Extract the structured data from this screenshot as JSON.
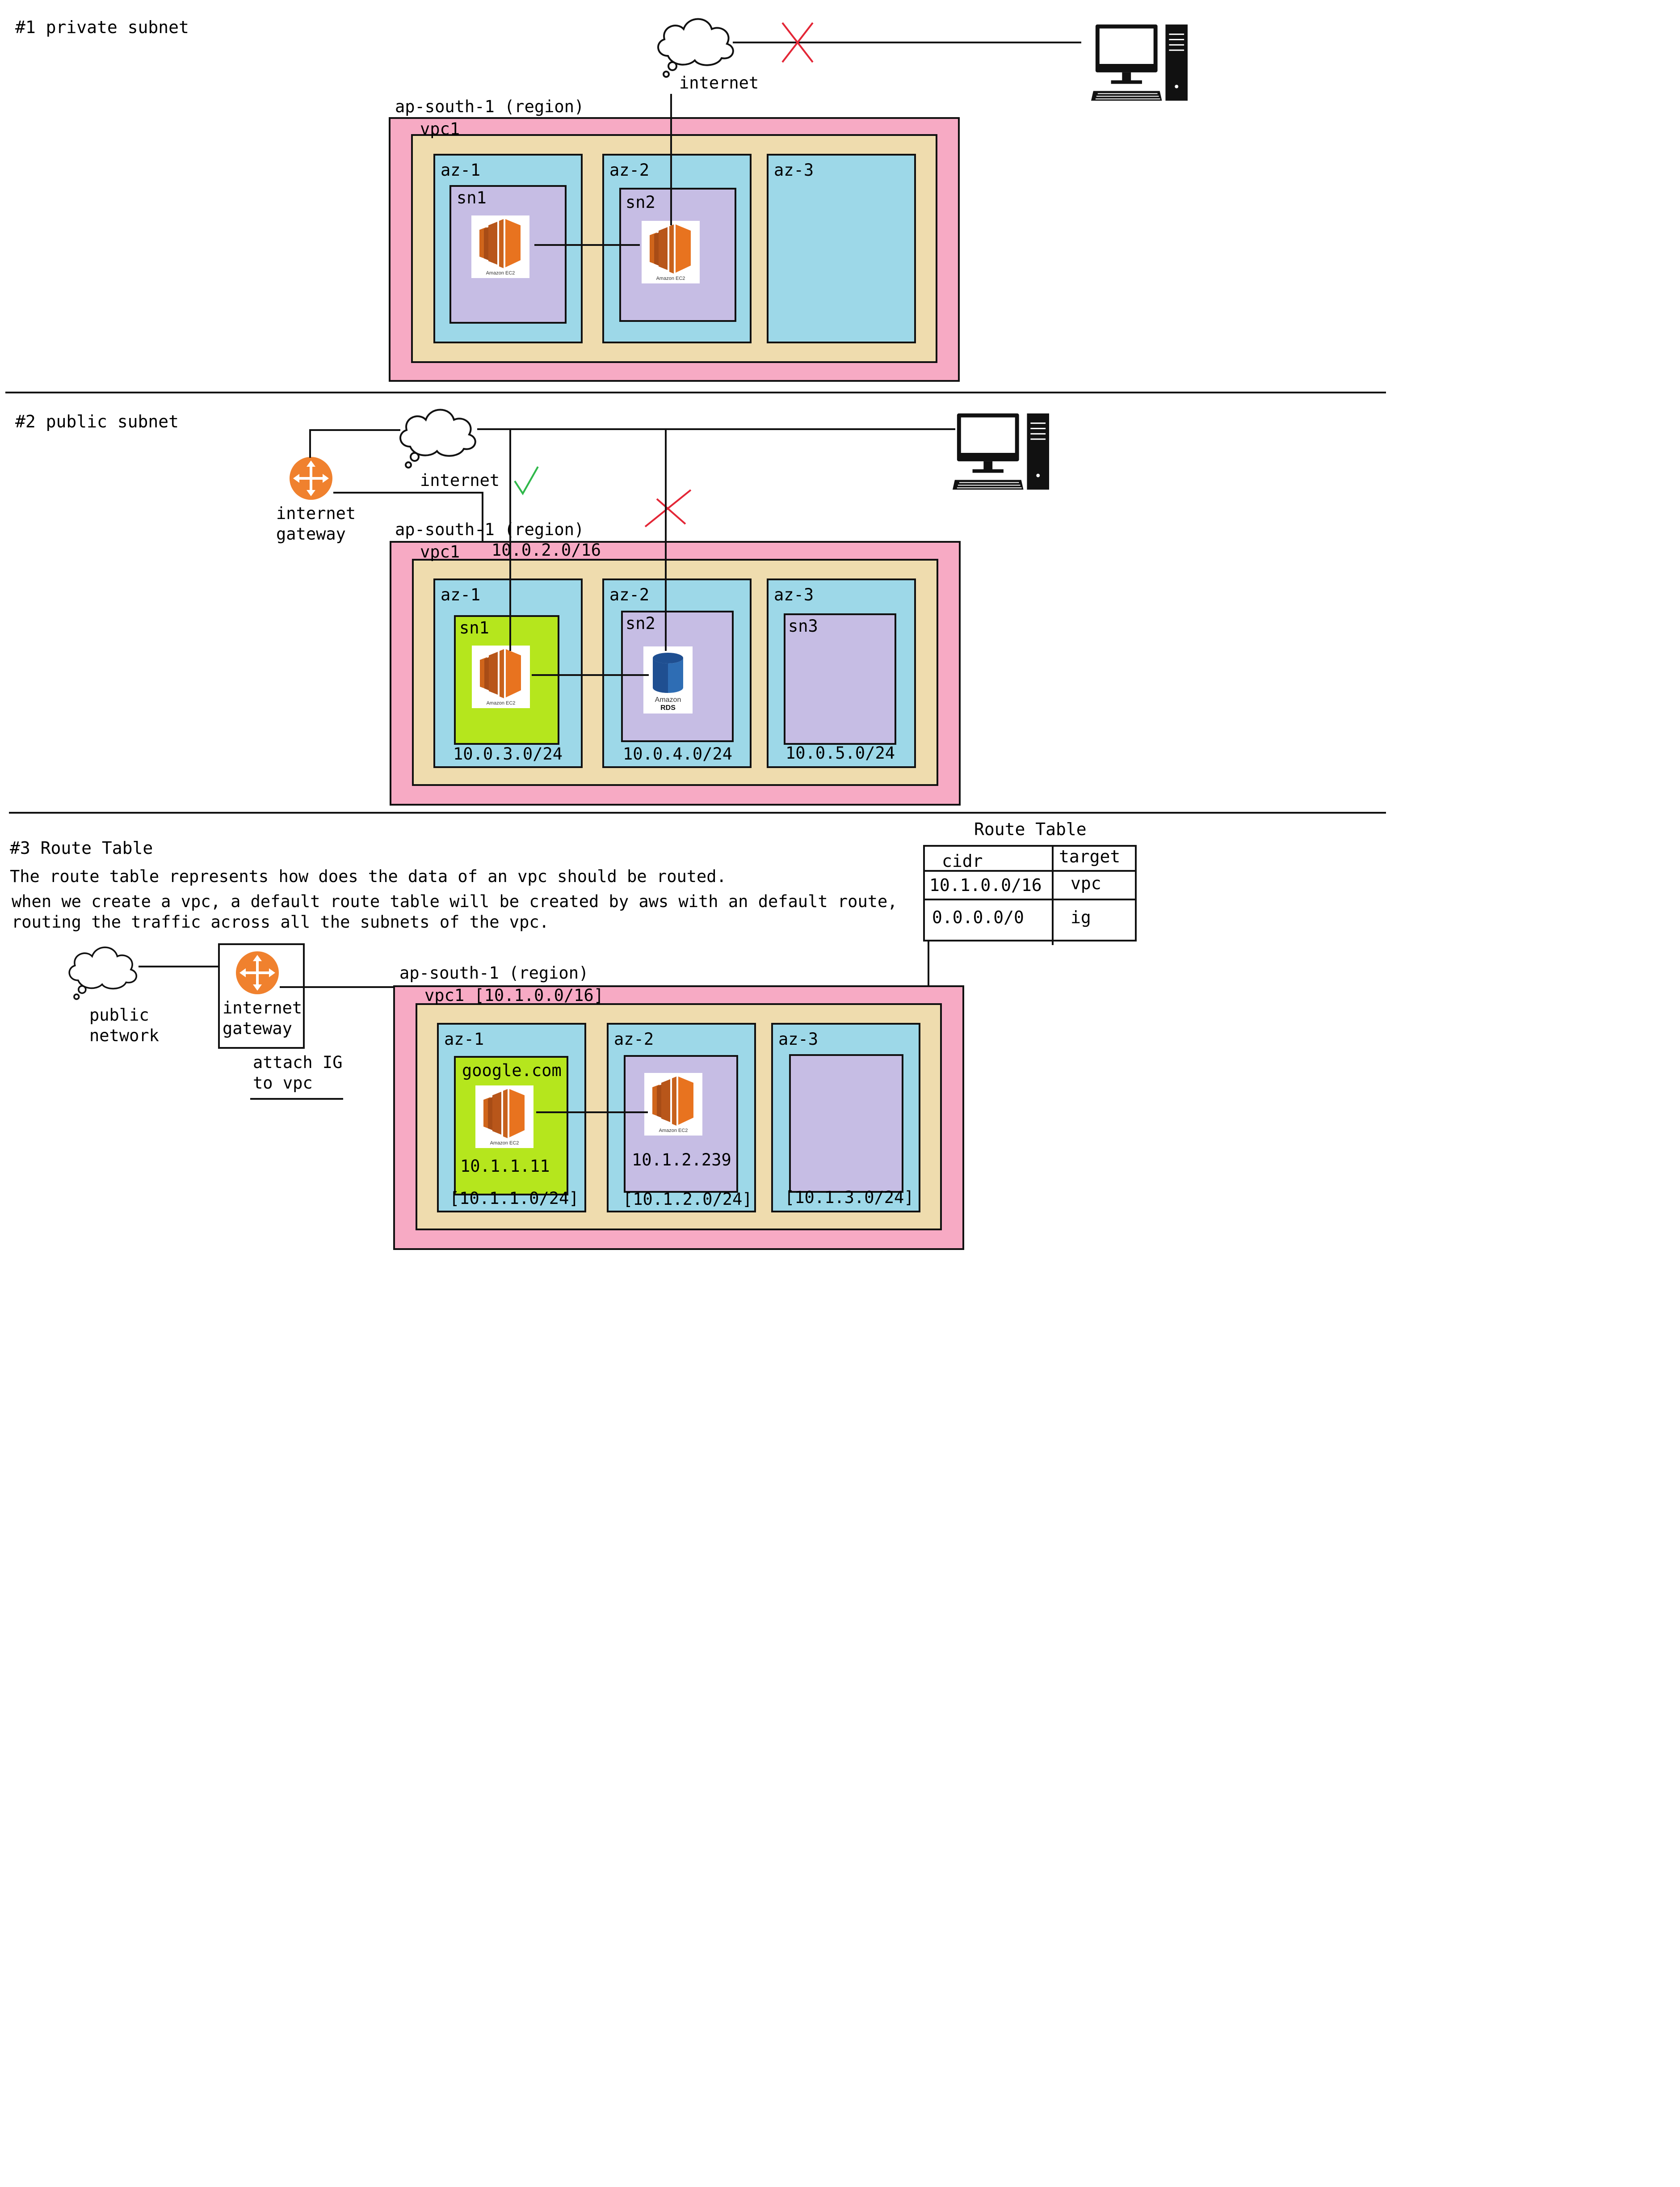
{
  "section1": {
    "heading": "#1 private subnet",
    "internet_label": "internet",
    "region_label": "ap-south-1 (region)",
    "vpc_label": "vpc1",
    "az": [
      "az-1",
      "az-2",
      "az-3"
    ],
    "subnets": [
      "sn1",
      "sn2"
    ],
    "ec2_caption": "Amazon EC2"
  },
  "section2": {
    "heading": "#2 public subnet",
    "igw_label_1": "internet",
    "igw_label_2": "gateway",
    "internet_label": "internet",
    "region_label": "ap-south-1 (region)",
    "vpc_label": "vpc1",
    "vpc_cidr": "10.0.2.0/16",
    "az": [
      "az-1",
      "az-2",
      "az-3"
    ],
    "subnets": [
      "sn1",
      "sn2",
      "sn3"
    ],
    "subnet_cidrs": [
      "10.0.3.0/24",
      "10.0.4.0/24",
      "10.0.5.0/24"
    ],
    "ec2_caption": "Amazon EC2",
    "rds_caption_1": "Amazon",
    "rds_caption_2": "RDS"
  },
  "section3": {
    "heading": "#3 Route Table",
    "desc_1": "The route table represents how does the data of an vpc should be routed.",
    "desc_2": "when we create a vpc, a default route table will be created by aws with an default route,",
    "desc_3": "routing the traffic across all the subnets of the vpc.",
    "public_label_1": "public",
    "public_label_2": "network",
    "igw_label_1": "internet",
    "igw_label_2": "gateway",
    "attach_1": "attach IG",
    "attach_2": "to vpc",
    "region_label": "ap-south-1 (region)",
    "vpc_label": "vpc1 [10.1.0.0/16]",
    "az": [
      "az-1",
      "az-2",
      "az-3"
    ],
    "az1_host": "google.com",
    "az1_ip": "10.1.1.11",
    "az2_ip": "10.1.2.239",
    "subnet_cidrs": [
      "[10.1.1.0/24]",
      "[10.1.2.0/24]",
      "[10.1.3.0/24]"
    ],
    "ec2_caption": "Amazon EC2",
    "route_table": {
      "title": "Route Table",
      "headers": [
        "cidr",
        "target"
      ],
      "rows": [
        [
          "10.1.0.0/16",
          "vpc"
        ],
        [
          "0.0.0.0/0",
          "ig"
        ]
      ]
    }
  },
  "colors": {
    "region": "#f7aac4",
    "vpc": "#efdcae",
    "az": "#9dd8e8",
    "subnet_private": "#c6bde4",
    "subnet_public": "#b5e61d",
    "ec2_orange": "#e8731f",
    "rds_blue": "#2e6db4",
    "igw_orange": "#f0812e",
    "blocked_x": "#e32636",
    "allowed_check": "#2fb84a"
  }
}
